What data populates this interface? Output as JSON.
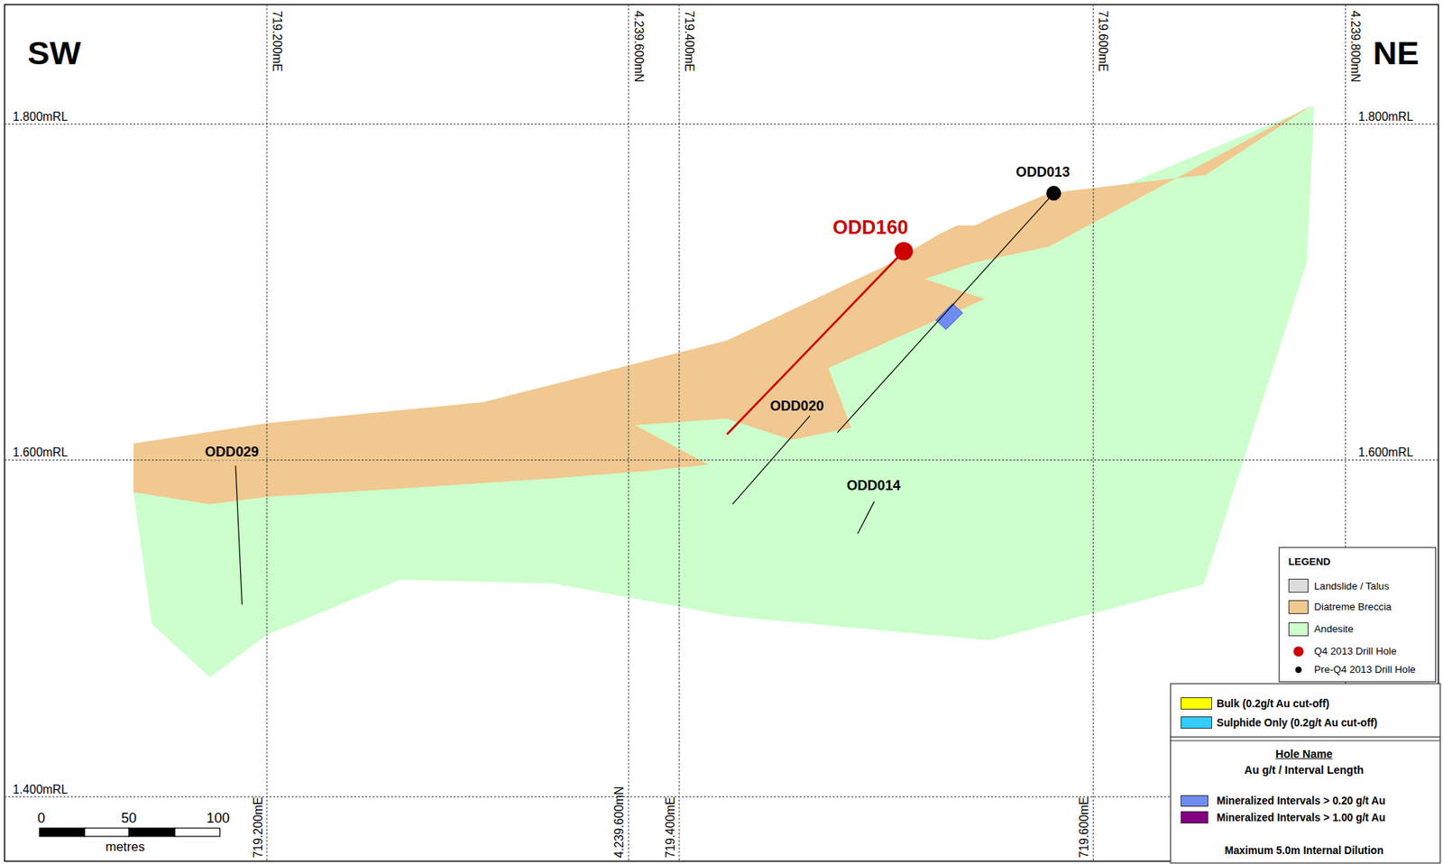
{
  "diagram": {
    "labels": [
      "SW",
      "NE",
      "719.200mE",
      "4.239.600mN",
      "719.400mE",
      "719.600mE",
      "4.239.800mN",
      "719.200mE",
      "4.239.600mN",
      "719.400mE",
      "719.600mE",
      "1.800mRL",
      "1.600mRL",
      "1.400mRL",
      "1.800mRL",
      "1.600mRL",
      "ODD013",
      "ODD160",
      "ODD020",
      "ODD014",
      "ODD029",
      "0",
      "50",
      "100",
      "metres",
      "LEGEND",
      "Hole Name",
      "Au g/t / Interval Length",
      "Maximum 5.0m Internal Dilution"
    ],
    "legend": [
      {
        "text": "Landslide / Talus",
        "color": "#dcdcdc"
      },
      {
        "text": "Diatreme Breccia",
        "color": "#f0c890"
      },
      {
        "text": "Andesite",
        "color": "#ccffcc"
      },
      {
        "text": "Q4 2013 Drill Hole"
      },
      {
        "text": "Pre-Q4 2013 Drill Hole"
      },
      {
        "text": "Bulk (0.2g/t Au cut-off)",
        "color": "#ffff00"
      },
      {
        "text": "Sulphide Only (0.2g/t Au cut-off)",
        "color": "#33ccff"
      },
      {
        "text": "Mineralized Intervals > 0.20 g/t Au",
        "color": "#6f8cf2"
      },
      {
        "text": "Mineralized Intervals > 1.00 g/t Au",
        "color": "#800080"
      }
    ]
  }
}
